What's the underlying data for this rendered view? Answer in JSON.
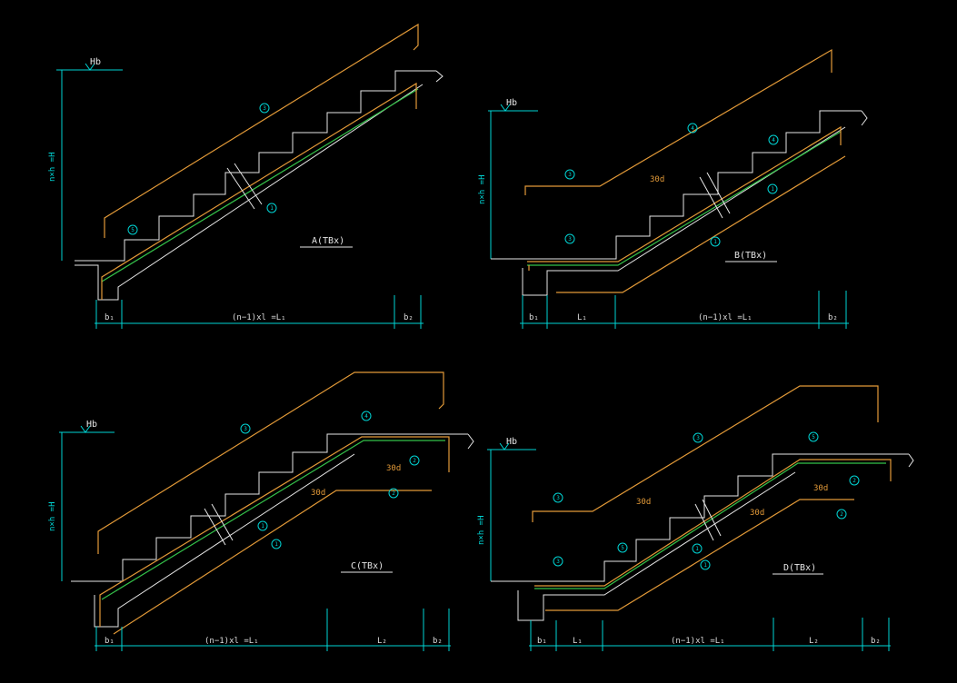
{
  "labels": {
    "elevation": "Hb",
    "height": "n×h =H",
    "anchor": "30d"
  },
  "panels": [
    {
      "title": "A(TBx)",
      "dims": [
        "b₁",
        "(n−1)xl =L₁",
        "b₂"
      ]
    },
    {
      "title": "B(TBx)",
      "dims": [
        "b₁",
        "L₁",
        "(n−1)xl =L₁",
        "b₂"
      ]
    },
    {
      "title": "C(TBx)",
      "dims": [
        "b₁",
        "(n−1)xl =L₁",
        "L₂",
        "b₂"
      ]
    },
    {
      "title": "D(TBx)",
      "dims": [
        "b₁",
        "L₁",
        "(n−1)xl =L₁",
        "L₂",
        "b₂"
      ]
    }
  ],
  "rebar_tags": [
    "1",
    "2",
    "3",
    "4",
    "5"
  ]
}
